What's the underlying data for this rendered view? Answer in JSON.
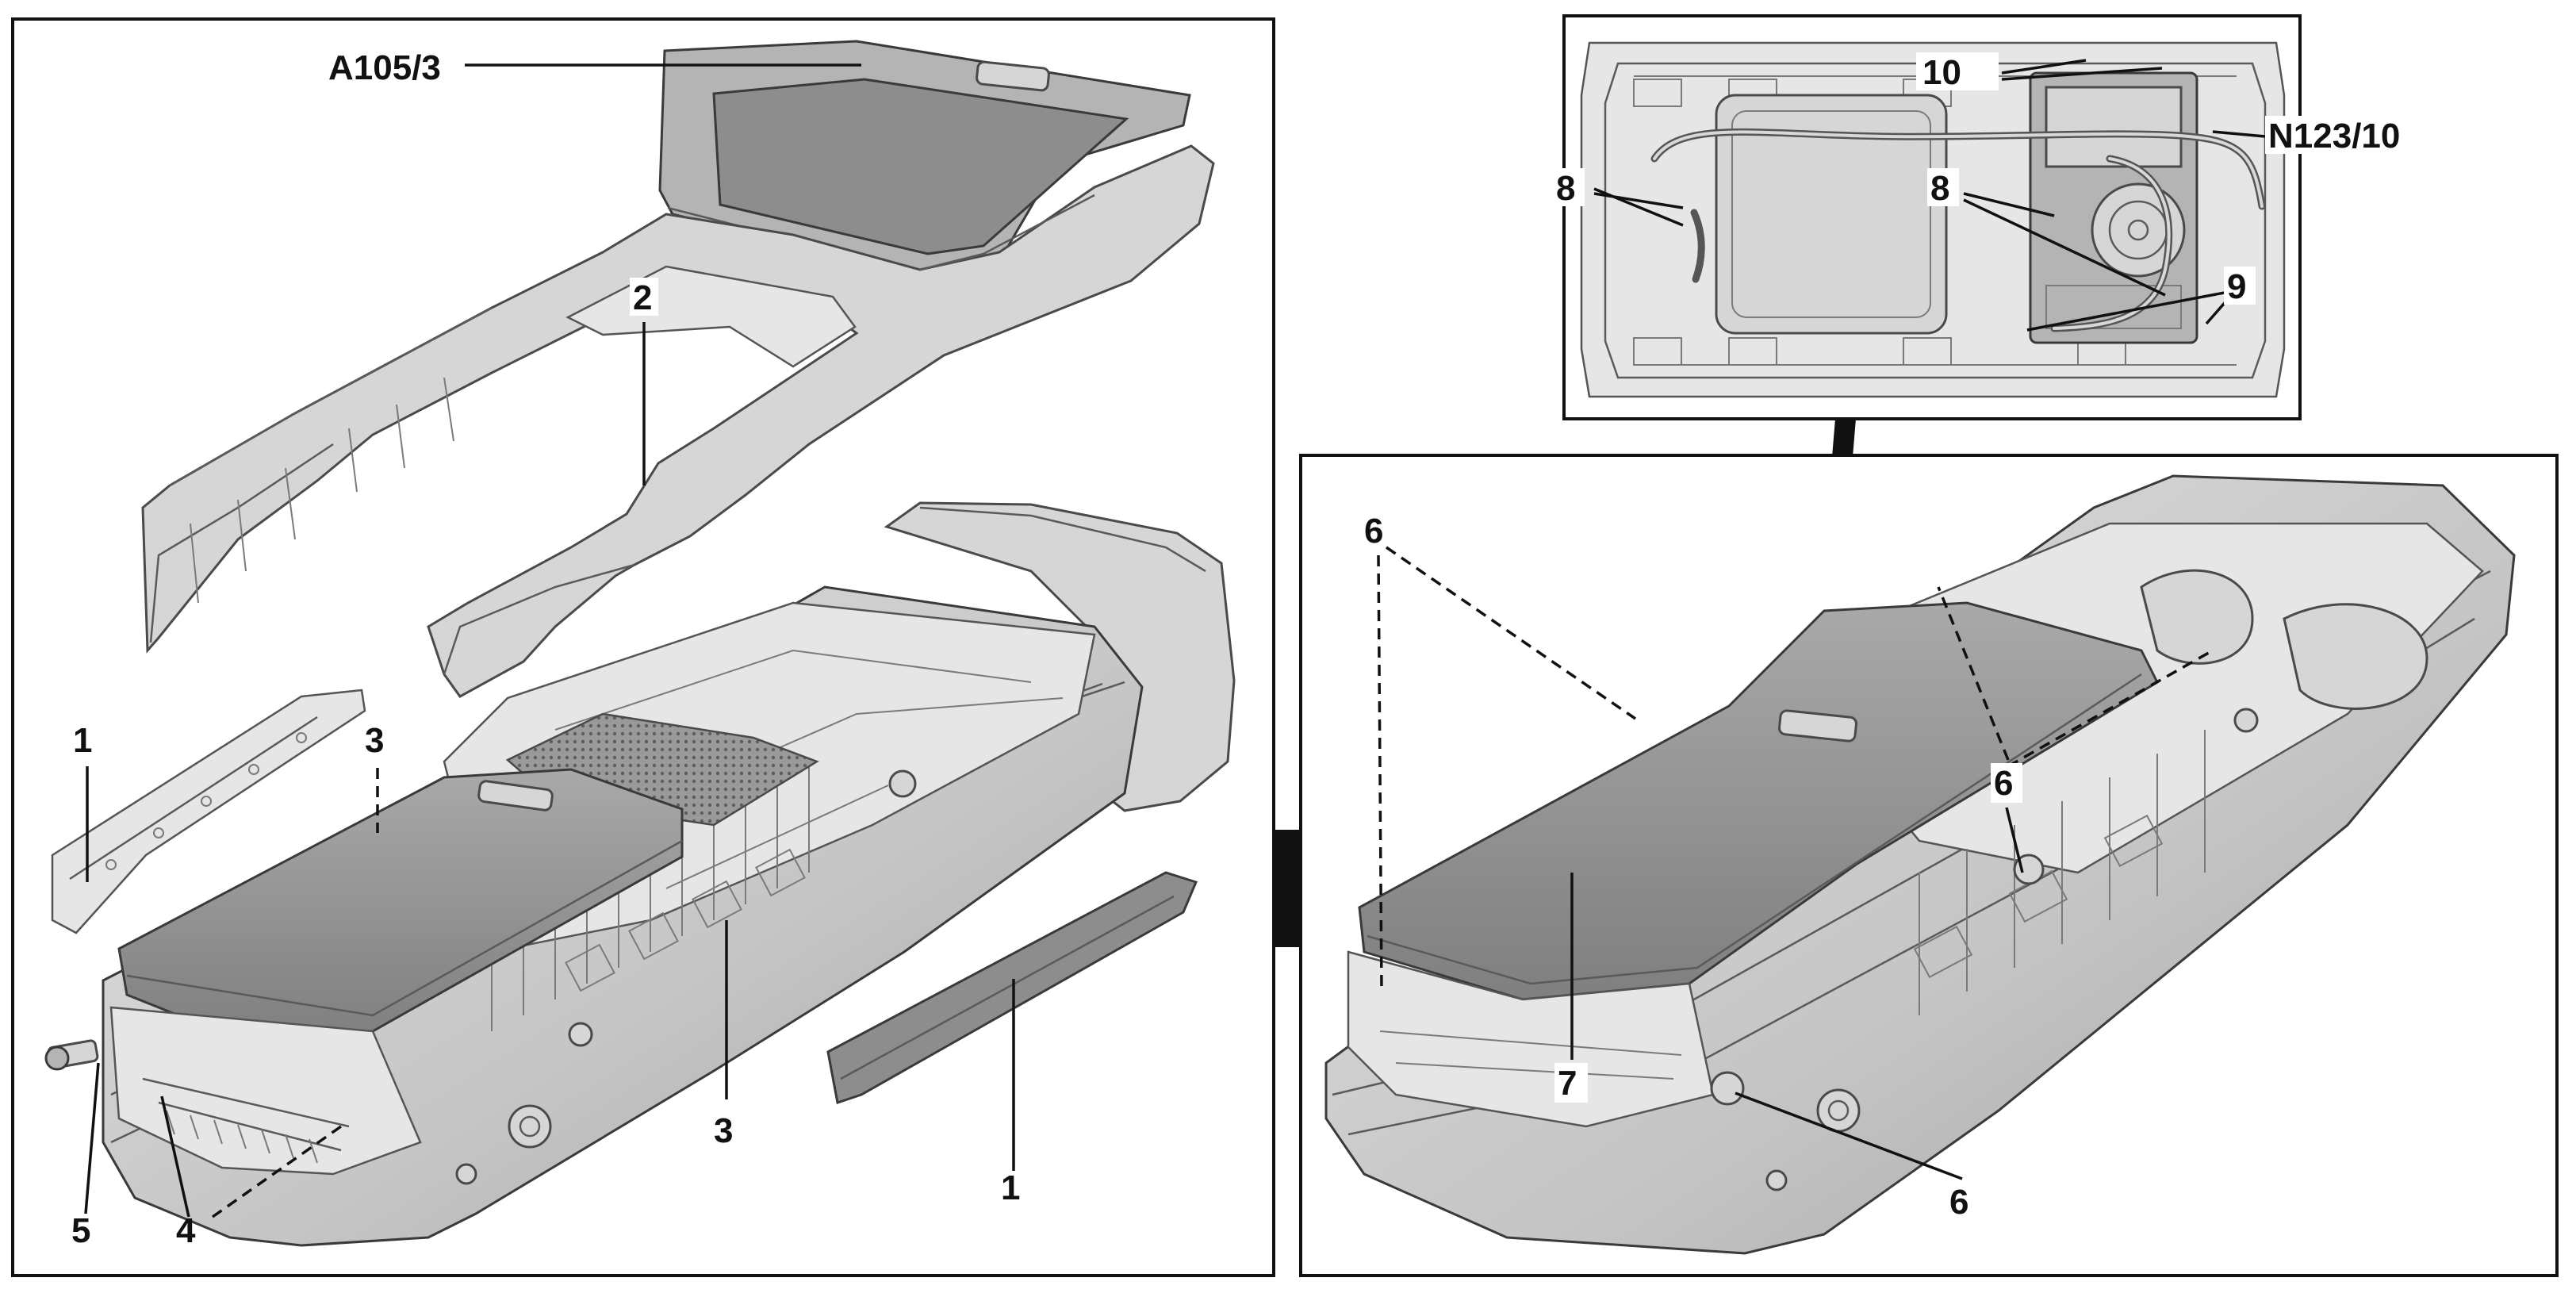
{
  "figure": {
    "left_panel": {
      "labels": {
        "a105_3": "A105/3",
        "part_2": "2",
        "part_1_left": "1",
        "part_3_upper": "3",
        "part_3_lower": "3",
        "part_1_right": "1",
        "part_5": "5",
        "part_4": "4"
      }
    },
    "inset_panel": {
      "labels": {
        "part_10": "10",
        "n123_10": "N123/10",
        "part_8_left": "8",
        "part_8_right": "8",
        "part_9": "9"
      }
    },
    "right_panel": {
      "labels": {
        "part_6_top_left": "6",
        "part_6_right": "6",
        "part_6_bottom": "6",
        "part_7": "7"
      }
    }
  }
}
